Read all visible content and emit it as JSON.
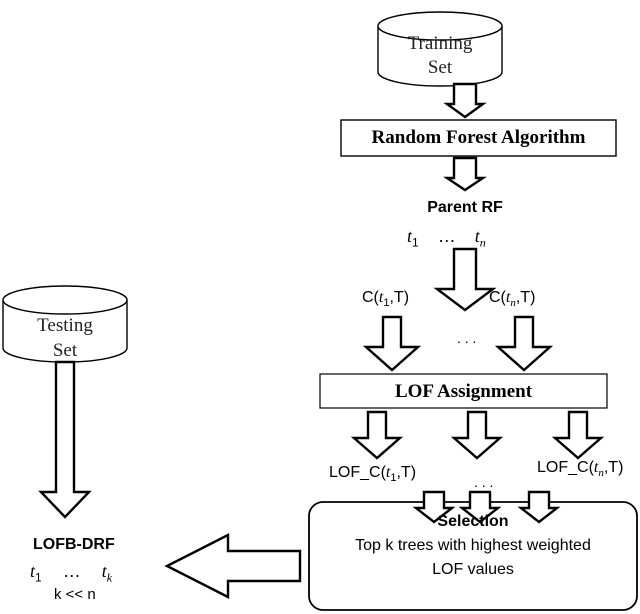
{
  "training_set": {
    "line1": "Training",
    "line2": "Set"
  },
  "testing_set": {
    "line1": "Testing",
    "line2": "Set"
  },
  "random_forest": {
    "label": "Random Forest Algorithm"
  },
  "parent_rf": {
    "title": "Parent RF",
    "t_first": "t",
    "t_first_sub": "1",
    "dots": "…",
    "t_last": "t",
    "t_last_sub": "n"
  },
  "confidence": {
    "left": {
      "prefix": "C(",
      "var": "t",
      "sub": "1",
      "suffix": ",T)"
    },
    "right": {
      "prefix": "C(",
      "var": "t",
      "sub": "n",
      "suffix": ",T)"
    },
    "dots": ". . ."
  },
  "lof_assignment": {
    "label": "LOF Assignment"
  },
  "lof_c": {
    "left": {
      "prefix": "LOF_C(",
      "var": "t",
      "sub": "1",
      "suffix": ",T)"
    },
    "right": {
      "prefix": "LOF_C(",
      "var": "t",
      "sub": "n",
      "suffix": ",T)"
    },
    "dots": ". . ."
  },
  "selection": {
    "title": "Selection",
    "line1": "Top k trees with highest weighted",
    "line2": "LOF values"
  },
  "lofb_drf": {
    "title": "LOFB-DRF",
    "t_first": "t",
    "t_first_sub": "1",
    "dots": "…",
    "t_last": "t",
    "t_last_sub": "k",
    "constraint": "k << n"
  }
}
